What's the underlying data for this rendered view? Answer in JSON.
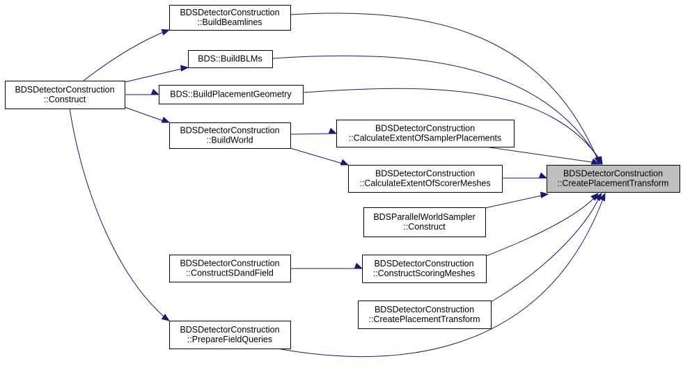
{
  "diagram": {
    "nodes": [
      {
        "id": "build-beamlines",
        "lines": [
          "BDSDetectorConstruction",
          "::BuildBeamlines"
        ],
        "highlight": false
      },
      {
        "id": "build-blms",
        "lines": [
          "BDS::BuildBLMs"
        ],
        "highlight": false
      },
      {
        "id": "construct",
        "lines": [
          "BDSDetectorConstruction",
          "::Construct"
        ],
        "highlight": false
      },
      {
        "id": "build-placement-geometry",
        "lines": [
          "BDS::BuildPlacementGeometry"
        ],
        "highlight": false
      },
      {
        "id": "calculate-extent-of-sampler-placements",
        "lines": [
          "BDSDetectorConstruction",
          "::CalculateExtentOfSamplerPlacements"
        ],
        "highlight": false
      },
      {
        "id": "build-world",
        "lines": [
          "BDSDetectorConstruction",
          "::BuildWorld"
        ],
        "highlight": false
      },
      {
        "id": "calculate-extent-of-scorer-meshes",
        "lines": [
          "BDSDetectorConstruction",
          "::CalculateExtentOfScorerMeshes"
        ],
        "highlight": false
      },
      {
        "id": "create-placement-transform-main",
        "lines": [
          "BDSDetectorConstruction",
          "::CreatePlacementTransform"
        ],
        "highlight": true
      },
      {
        "id": "parallel-world-sampler-construct",
        "lines": [
          "BDSParallelWorldSampler",
          "::Construct"
        ],
        "highlight": false
      },
      {
        "id": "construct-sd-and-field",
        "lines": [
          "BDSDetectorConstruction",
          "::ConstructSDandField"
        ],
        "highlight": false
      },
      {
        "id": "construct-scoring-meshes",
        "lines": [
          "BDSDetectorConstruction",
          "::ConstructScoringMeshes"
        ],
        "highlight": false
      },
      {
        "id": "create-placement-transform-caller",
        "lines": [
          "BDSDetectorConstruction",
          "::CreatePlacementTransform"
        ],
        "highlight": false
      },
      {
        "id": "prepare-field-queries",
        "lines": [
          "BDSDetectorConstruction",
          "::PrepareFieldQueries"
        ],
        "highlight": false
      }
    ],
    "edges": [
      {
        "from": "build-beamlines",
        "to": "create-placement-transform-main"
      },
      {
        "from": "build-blms",
        "to": "create-placement-transform-main"
      },
      {
        "from": "build-placement-geometry",
        "to": "create-placement-transform-main"
      },
      {
        "from": "calculate-extent-of-sampler-placements",
        "to": "create-placement-transform-main"
      },
      {
        "from": "calculate-extent-of-scorer-meshes",
        "to": "create-placement-transform-main"
      },
      {
        "from": "parallel-world-sampler-construct",
        "to": "create-placement-transform-main"
      },
      {
        "from": "construct-scoring-meshes",
        "to": "create-placement-transform-main"
      },
      {
        "from": "create-placement-transform-caller",
        "to": "create-placement-transform-main"
      },
      {
        "from": "prepare-field-queries",
        "to": "create-placement-transform-main"
      },
      {
        "from": "construct",
        "to": "build-beamlines"
      },
      {
        "from": "construct",
        "to": "build-blms"
      },
      {
        "from": "construct",
        "to": "build-placement-geometry"
      },
      {
        "from": "construct",
        "to": "build-world"
      },
      {
        "from": "construct",
        "to": "prepare-field-queries"
      },
      {
        "from": "build-world",
        "to": "calculate-extent-of-sampler-placements"
      },
      {
        "from": "build-world",
        "to": "calculate-extent-of-scorer-meshes"
      },
      {
        "from": "construct-sd-and-field",
        "to": "construct-scoring-meshes"
      }
    ],
    "colors": {
      "edge": "#191970",
      "node_border": "#000000",
      "node_fill": "#ffffff",
      "highlight_fill": "#bfbfbf",
      "text": "#000000"
    }
  }
}
